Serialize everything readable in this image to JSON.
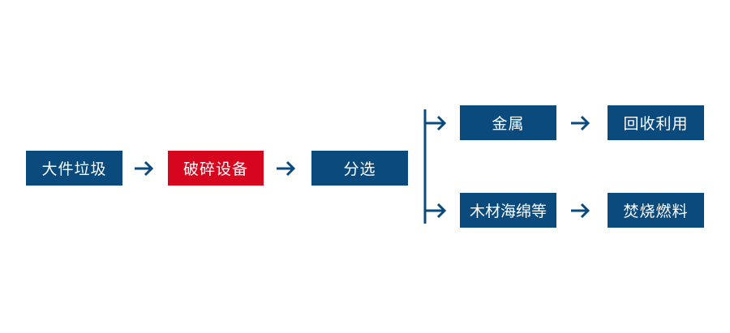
{
  "colors": {
    "primary_box": "#0b4a7d",
    "highlight_box": "#d5061e",
    "arrow": "#0b4a7d",
    "text": "#ffffff"
  },
  "nodes": {
    "garbage": "大件垃圾",
    "crush": "破碎设备",
    "sort": "分选",
    "metal": "金属",
    "wood": "木材海绵等",
    "recycle": "回收利用",
    "burn": "焚烧燃料"
  },
  "edges": [
    {
      "from": "garbage",
      "to": "crush"
    },
    {
      "from": "crush",
      "to": "sort"
    },
    {
      "from": "sort",
      "to": "metal"
    },
    {
      "from": "sort",
      "to": "wood"
    },
    {
      "from": "metal",
      "to": "recycle"
    },
    {
      "from": "wood",
      "to": "burn"
    }
  ]
}
